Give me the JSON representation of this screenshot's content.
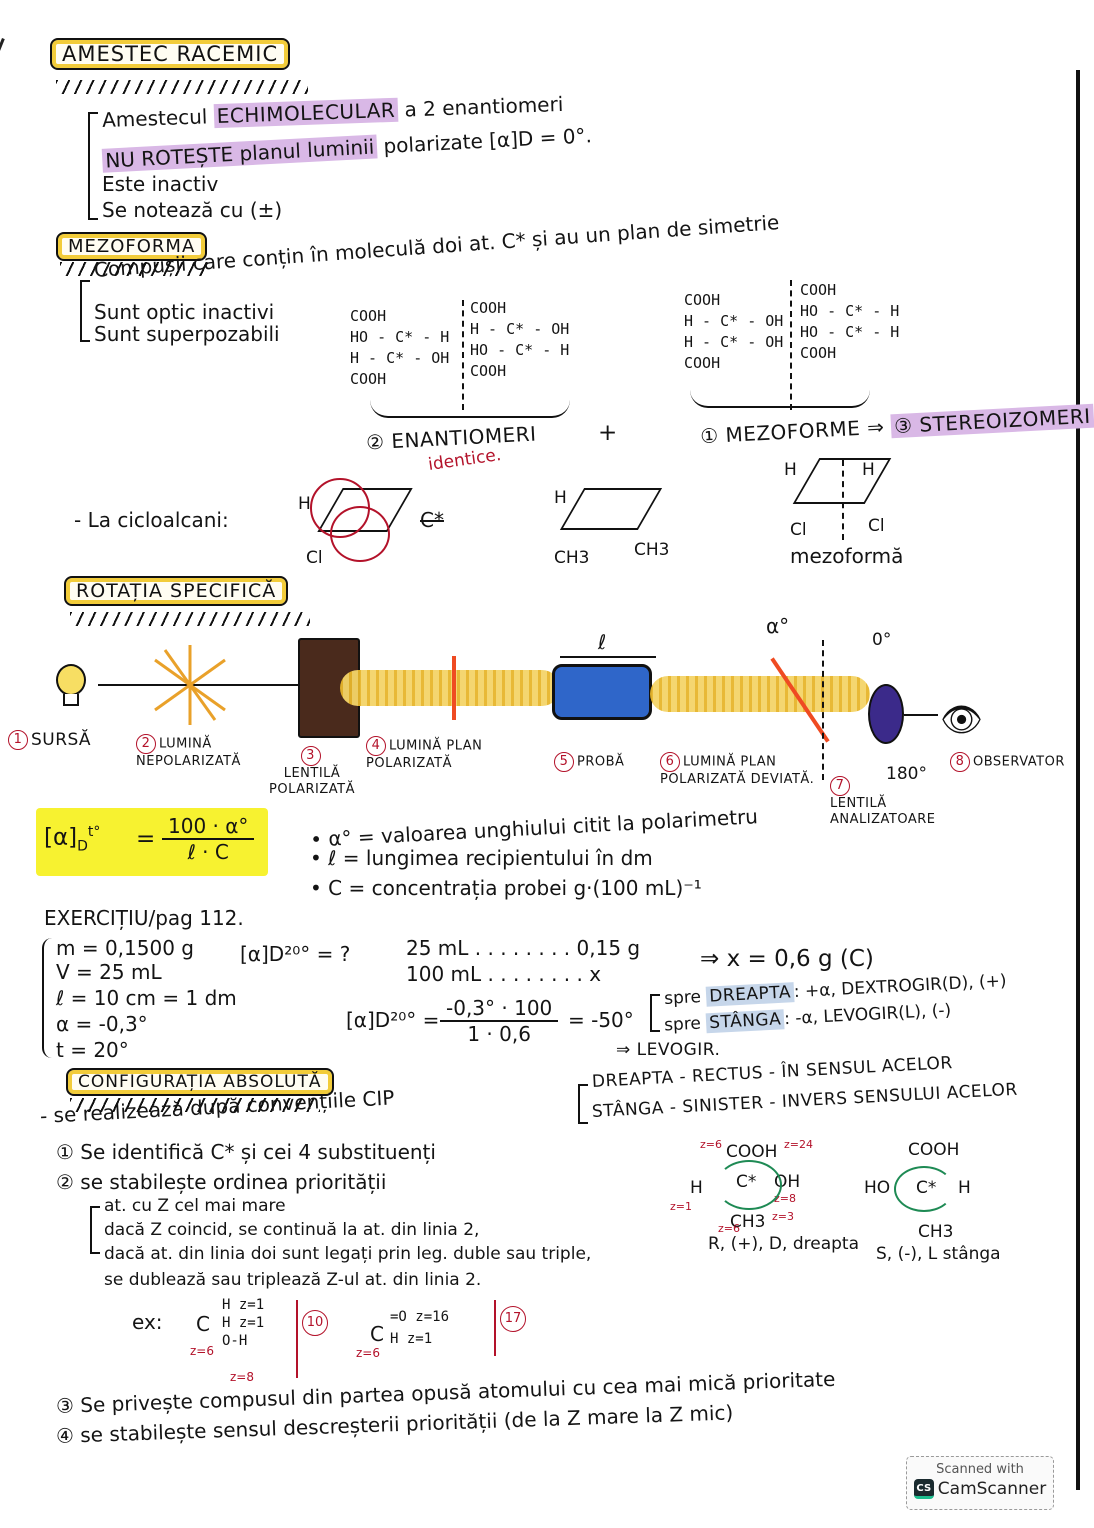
{
  "sections": {
    "racemic": {
      "title": "AMESTEC RACEMIC",
      "bullets": [
        {
          "pre": "Amestecul ",
          "highlight": "ECHIMOLECULAR",
          "post": " a 2 enantiomeri"
        },
        {
          "pre": "",
          "highlight": "NU ROTEȘTE planul luminii",
          "post": " polarizate [α]D = 0°."
        },
        {
          "pre": "Este inactiv",
          "highlight": "",
          "post": ""
        },
        {
          "pre": "Se notează cu (±)",
          "highlight": "",
          "post": ""
        }
      ]
    },
    "mesoform": {
      "title": "MEZOFORMA",
      "definition": "Compușii care conțin în moleculă doi at. C* și au un plan de simetrie",
      "bullets": [
        "Sunt optic inactivi",
        "Sunt superpozabili"
      ],
      "enantiomers": {
        "left": [
          "COOH",
          "HO - C* - H",
          "H - C* - OH",
          "COOH"
        ],
        "right": [
          "COOH",
          "H - C* - OH",
          "HO - C* - H",
          "COOH"
        ],
        "label": "② ENANTIOMERI"
      },
      "plus": "+",
      "mesoforms": {
        "left": [
          "COOH",
          "H - C* - OH",
          "H - C* - OH",
          "COOH"
        ],
        "right": [
          "COOH",
          "HO - C* - H",
          "HO - C* - H",
          "COOH"
        ],
        "label": "① MEZOFORME",
        "arrow": "⇒",
        "result": "③ STEREOIZOMERI"
      },
      "cycloalkanes": {
        "label": "- La cicloalcani:",
        "identical_note": "identice.",
        "no_chiral": "C*",
        "substituents_1": [
          "H",
          "Cl"
        ],
        "substituents_2": [
          "H",
          "CH3",
          "CH3"
        ],
        "substituents_3": [
          "H",
          "H",
          "Cl",
          "Cl"
        ],
        "meso_label": "mezoformă"
      }
    },
    "specific_rotation": {
      "title": "ROTAȚIA SPECIFICĂ",
      "diagram": {
        "length_label": "ℓ",
        "angle_label": "α°",
        "zero_label": "0°",
        "deg180_label": "180°",
        "steps": [
          {
            "n": "1",
            "label": "SURSĂ"
          },
          {
            "n": "2",
            "label": "LUMINĂ NEPOLARIZATĂ"
          },
          {
            "n": "3",
            "label": "LENTILĂ POLARIZATĂ"
          },
          {
            "n": "4",
            "label": "LUMINĂ PLAN POLARIZATĂ"
          },
          {
            "n": "5",
            "label": "PROBĂ"
          },
          {
            "n": "6",
            "label": "LUMINĂ PLAN POLARIZATĂ DEVIATĂ."
          },
          {
            "n": "7",
            "label": "LENTILĂ ANALIZATOARE"
          },
          {
            "n": "8",
            "label": "OBSERVATOR"
          }
        ]
      },
      "formula": {
        "lhs": "[α]",
        "sup": "t°",
        "sub": "D",
        "eq": "=",
        "numerator": "100 · α°",
        "denominator": "ℓ · C"
      },
      "legend": [
        "α° = valoarea unghiului citit la polarimetru",
        "ℓ = lungimea recipientului în dm",
        "C = concentrația probei g·(100 mL)⁻¹"
      ]
    },
    "exercise": {
      "title": "EXERCIȚIU/pag 112.",
      "givens": [
        "m = 0,1500 g",
        "V = 25 mL",
        "ℓ = 10 cm = 1 dm",
        "α = -0,3°",
        "t = 20°"
      ],
      "unknown": "[α]D²⁰° = ?",
      "proportion": [
        "25 mL . . . . . . . . 0,15 g",
        "100 mL . . . . . . . . x"
      ],
      "proportion_result": "⇒ x = 0,6 g (C)",
      "calc_lhs": "[α]D²⁰° =",
      "calc_num": "-0,3° · 100",
      "calc_den": "1 · 0,6",
      "calc_result": "= -50°",
      "calc_conclusion": "⇒ LEVOGIR.",
      "rules": [
        {
          "pre": "spre ",
          "highlight": "DREAPTA",
          "post": ": +α, DEXTROGIR(D), (+)"
        },
        {
          "pre": "spre ",
          "highlight": "STÂNGA",
          "post": ": -α, LEVOGIR(L), (-)"
        }
      ]
    },
    "absolute_config": {
      "title": "CONFIGURAȚIA ABSOLUTĂ",
      "intro": "- se realizează după convențiile CIP",
      "conventions": [
        "DREAPTA - RECTUS - în sensul acelor",
        "STÂNGA - SINISTER - invers sensului acelor"
      ],
      "steps": [
        "① Se identifică C* și cei 4 substituenți",
        "② se stabilește ordinea priorității"
      ],
      "sub_rules": [
        "at. cu Z cel mai mare",
        "dacă Z coincid, se continuă la at. din linia 2,",
        "dacă at. din linia doi sunt legați prin leg. duble sau triple,"
      ],
      "sub_rule_cont": "se dublează sau triplează Z-ul at. din linia 2.",
      "example": {
        "label": "ex:",
        "group1": {
          "center": "C",
          "subs": [
            "H z=1",
            "H z=1",
            "O-H"
          ],
          "z_c": "z=6",
          "z_o": "z=8",
          "sum": "10"
        },
        "group2": {
          "center": "C",
          "subs": [
            "=O z=16",
            "H z=1"
          ],
          "z_c": "z=6",
          "sum": "17"
        }
      },
      "molecule_R": {
        "top": "COOH",
        "top_z": "z=24",
        "top_z_c": "z=6",
        "left": "H",
        "left_z": "z=1",
        "right": "OH",
        "right_z": "z=8",
        "bottom": "CH3",
        "bottom_z": "z=3",
        "bottom_z_c": "z=6",
        "center": "C*",
        "label": "R, (+), D, dreapta"
      },
      "molecule_S": {
        "top": "COOH",
        "left": "HO",
        "right": "H",
        "bottom": "CH3",
        "center": "C*",
        "label": "S, (-), L stânga"
      },
      "final_steps": [
        "③ Se privește compusul din partea opusă atomului cu cea mai mică prioritate",
        "④ se stabilește sensul descreșterii priorității (de la Z mare la Z mic)"
      ]
    }
  },
  "watermark": {
    "line1": "Scanned with",
    "logo": "CS",
    "line2": "CamScanner"
  },
  "colors": {
    "highlight_purple": "#d9b8e6",
    "highlight_yellow": "#f7f230",
    "highlight_blue": "#c6d6ea",
    "title_border_yellow": "#f2cc3a",
    "annotation_red": "#b3122a",
    "polarizer_brown": "#4a2a1c",
    "sample_blue": "#2f66c9",
    "analyzer_purple": "#3b2a8a",
    "arrow_orange": "#ef4b22"
  }
}
